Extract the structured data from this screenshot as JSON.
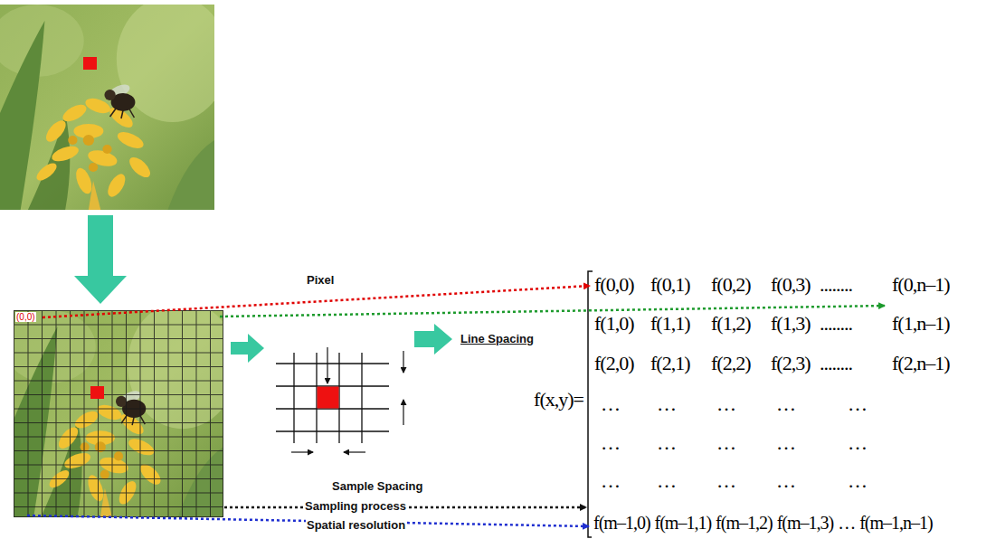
{
  "diagram": {
    "labels": [
      "(0,0)",
      "Pixel",
      "Line Spacing",
      "Sample Spacing",
      "Sampling process",
      "Spatial resolution",
      "f(x,y)=",
      "f(0,0)",
      "f(0,1)",
      "f(0,2)",
      "f(0,3)",
      "........",
      "f(0,n–1)",
      "f(1,0)",
      "f(1,1)",
      "f(1,2)",
      "f(1,3)",
      "........",
      "f(1,n–1)",
      "f(2,0)",
      "f(2,1)",
      "f(2,2)",
      "f(2,3)",
      "........",
      "f(2,n–1)",
      "…",
      "…",
      "…",
      "…",
      "…",
      "…",
      "…",
      "…",
      "…",
      "…",
      "…",
      "…",
      "…",
      "…",
      "…",
      "f(m–1,0)",
      "f(m–1,1)",
      "f(m–1,2)",
      "f(m–1,3)",
      "…",
      "f(m–1,n–1)"
    ]
  }
}
